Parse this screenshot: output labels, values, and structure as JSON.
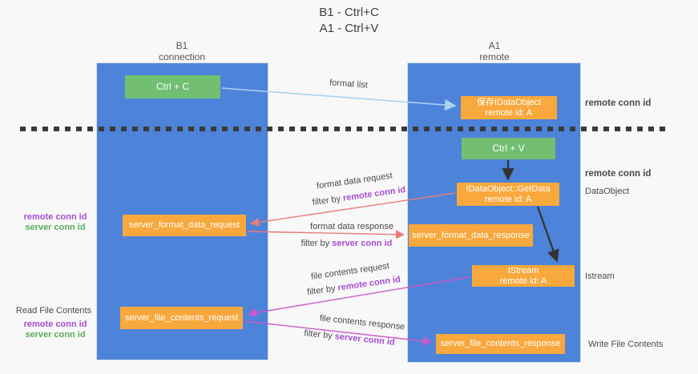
{
  "title": {
    "line1": "B1 - Ctrl+C",
    "line2": "A1 - Ctrl+V"
  },
  "lanes": {
    "left": {
      "name": "B1",
      "subtitle": "connection"
    },
    "right": {
      "name": "A1",
      "subtitle": "remote"
    }
  },
  "boxes": {
    "ctrl_c": {
      "label": "Ctrl + C"
    },
    "save_idataobject": {
      "line1": "保存IDataObject",
      "line2": "remote id: A"
    },
    "ctrl_v": {
      "label": "Ctrl + V"
    },
    "getdata": {
      "line1": "IDataObject::GetData",
      "line2": "remote id: A"
    },
    "format_request": {
      "label": "server_format_data_request"
    },
    "format_response": {
      "label": "server_format_data_response"
    },
    "istream": {
      "line1": "IStream",
      "line2": "remote id: A"
    },
    "file_request": {
      "label": "server_file_contents_request"
    },
    "file_response": {
      "label": "server_file_contents_response"
    }
  },
  "flows": {
    "format_list": "format list",
    "format_data_request": "format data request",
    "format_data_response": "format data response",
    "file_contents_request": "file contents request",
    "file_contents_response": "file contents response",
    "filter_by": "filter by ",
    "remote_conn_id": "remote conn id",
    "server_conn_id": "server conn id"
  },
  "margins": {
    "right": {
      "remote_conn_id_top": "remote conn id",
      "remote_conn_id_mid": "remote conn id",
      "dataobject": "DataObject",
      "istream": "Istream",
      "write_file_contents": "Write File Contents"
    },
    "left": {
      "remote_conn_id_1": "remote conn id",
      "server_conn_id_1": "server conn id",
      "read_file_contents": "Read File Contents",
      "remote_conn_id_2": "remote conn id",
      "server_conn_id_2": "server conn id"
    }
  },
  "colors": {
    "lane_blue": "#4d83d9",
    "box_green": "#72bf72",
    "box_orange": "#f8a83c",
    "arrow_red": "#e87d78",
    "arrow_magenta": "#c95ac9",
    "arrow_lightblue": "#a9d3f2",
    "arrow_black": "#333333",
    "label_purple": "#a54fd0",
    "label_green": "#58ad58"
  }
}
